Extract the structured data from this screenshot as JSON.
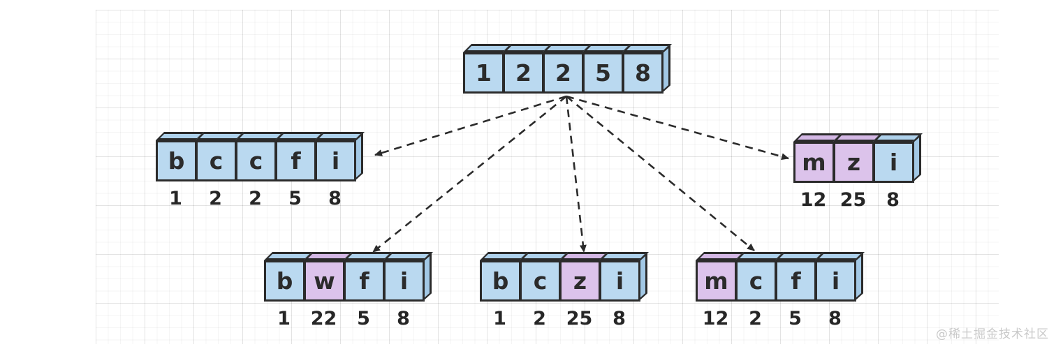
{
  "watermark": "@稀土掘金技术社区",
  "colors": {
    "cell_blue": "#bad9f0",
    "cell_blue_top": "#afd2ec",
    "cell_blue_side": "#a2c8e5",
    "cell_pink": "#dcc3eb",
    "cell_pink_top": "#d4b8e5",
    "cell_pink_side": "#c6a6dc",
    "stroke": "#2b2b2b",
    "label_text": "#262626",
    "grid_line": "#ebebeb",
    "watermark_text": "#c9c9c9"
  },
  "arrays": {
    "top": {
      "cells": [
        {
          "value": "1",
          "color": "blue"
        },
        {
          "value": "2",
          "color": "blue"
        },
        {
          "value": "2",
          "color": "blue"
        },
        {
          "value": "5",
          "color": "blue"
        },
        {
          "value": "8",
          "color": "blue"
        }
      ],
      "labels": []
    },
    "left": {
      "cells": [
        {
          "value": "b",
          "color": "blue"
        },
        {
          "value": "c",
          "color": "blue"
        },
        {
          "value": "c",
          "color": "blue"
        },
        {
          "value": "f",
          "color": "blue"
        },
        {
          "value": "i",
          "color": "blue"
        }
      ],
      "labels": [
        "1",
        "2",
        "2",
        "5",
        "8"
      ]
    },
    "right": {
      "cells": [
        {
          "value": "m",
          "color": "pink"
        },
        {
          "value": "z",
          "color": "pink"
        },
        {
          "value": "i",
          "color": "blue"
        }
      ],
      "labels": [
        "12",
        "25",
        "8"
      ]
    },
    "bottom_left": {
      "cells": [
        {
          "value": "b",
          "color": "blue"
        },
        {
          "value": "w",
          "color": "pink"
        },
        {
          "value": "f",
          "color": "blue"
        },
        {
          "value": "i",
          "color": "blue"
        }
      ],
      "labels": [
        "1",
        "22",
        "5",
        "8"
      ]
    },
    "bottom_middle": {
      "cells": [
        {
          "value": "b",
          "color": "blue"
        },
        {
          "value": "c",
          "color": "blue"
        },
        {
          "value": "z",
          "color": "pink"
        },
        {
          "value": "i",
          "color": "blue"
        }
      ],
      "labels": [
        "1",
        "2",
        "25",
        "8"
      ]
    },
    "bottom_right": {
      "cells": [
        {
          "value": "m",
          "color": "pink"
        },
        {
          "value": "c",
          "color": "blue"
        },
        {
          "value": "f",
          "color": "blue"
        },
        {
          "value": "i",
          "color": "blue"
        }
      ],
      "labels": [
        "12",
        "2",
        "5",
        "8"
      ]
    }
  }
}
